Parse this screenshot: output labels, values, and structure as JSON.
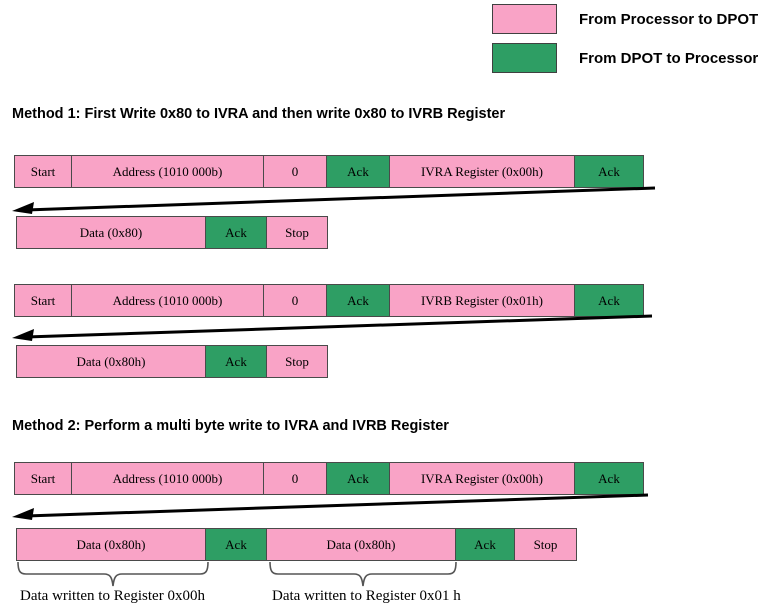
{
  "legend": {
    "items": [
      {
        "label": "From Processor to DPOT",
        "color": "#f9a3c6",
        "direction": "processor-to-dpot"
      },
      {
        "label": "From DPOT to Processor",
        "color": "#2e9e64",
        "direction": "dpot-to-processor"
      }
    ]
  },
  "methods": [
    {
      "id": "method-1",
      "heading": "Method 1: First Write 0x80 to IVRA and then write 0x80 to IVRB Register",
      "frames": [
        {
          "id": "frame-1",
          "address_row": {
            "cells": [
              {
                "text": "Start",
                "color": "#f9a3c6",
                "width": 58
              },
              {
                "text": "Address (1010 000b)",
                "color": "#f9a3c6",
                "width": 193
              },
              {
                "text": "0",
                "color": "#f9a3c6",
                "width": 64
              },
              {
                "text": "Ack",
                "color": "#2e9e64",
                "width": 64
              },
              {
                "text": "IVRA Register  (0x00h)",
                "color": "#f9a3c6",
                "width": 186
              },
              {
                "text": "Ack",
                "color": "#2e9e64",
                "width": 70
              }
            ]
          },
          "data_row": {
            "cells": [
              {
                "text": "Data (0x80)",
                "color": "#f9a3c6",
                "width": 190
              },
              {
                "text": "Ack",
                "color": "#2e9e64",
                "width": 62
              },
              {
                "text": "Stop",
                "color": "#f9a3c6",
                "width": 62
              }
            ]
          }
        },
        {
          "id": "frame-2",
          "address_row": {
            "cells": [
              {
                "text": "Start",
                "color": "#f9a3c6",
                "width": 58
              },
              {
                "text": "Address (1010 000b)",
                "color": "#f9a3c6",
                "width": 193
              },
              {
                "text": "0",
                "color": "#f9a3c6",
                "width": 64
              },
              {
                "text": "Ack",
                "color": "#2e9e64",
                "width": 64
              },
              {
                "text": "IVRB Register (0x01h)",
                "color": "#f9a3c6",
                "width": 186
              },
              {
                "text": "Ack",
                "color": "#2e9e64",
                "width": 70
              }
            ]
          },
          "data_row": {
            "cells": [
              {
                "text": "Data (0x80h)",
                "color": "#f9a3c6",
                "width": 190
              },
              {
                "text": "Ack",
                "color": "#2e9e64",
                "width": 62
              },
              {
                "text": "Stop",
                "color": "#f9a3c6",
                "width": 62
              }
            ]
          }
        }
      ]
    },
    {
      "id": "method-2",
      "heading": "Method 2: Perform a multi byte write to IVRA and IVRB Register",
      "frames": [
        {
          "id": "frame-3",
          "address_row": {
            "cells": [
              {
                "text": "Start",
                "color": "#f9a3c6",
                "width": 58
              },
              {
                "text": "Address (1010 000b)",
                "color": "#f9a3c6",
                "width": 193
              },
              {
                "text": "0",
                "color": "#f9a3c6",
                "width": 64
              },
              {
                "text": "Ack",
                "color": "#2e9e64",
                "width": 64
              },
              {
                "text": "IVRA Register  (0x00h)",
                "color": "#f9a3c6",
                "width": 186
              },
              {
                "text": "Ack",
                "color": "#2e9e64",
                "width": 70
              }
            ]
          },
          "data_row": {
            "cells": [
              {
                "text": "Data (0x80h)",
                "color": "#f9a3c6",
                "width": 190
              },
              {
                "text": "Ack",
                "color": "#2e9e64",
                "width": 62
              },
              {
                "text": "Data (0x80h)",
                "color": "#f9a3c6",
                "width": 190
              },
              {
                "text": "Ack",
                "color": "#2e9e64",
                "width": 60
              },
              {
                "text": "Stop",
                "color": "#f9a3c6",
                "width": 63
              }
            ]
          }
        }
      ]
    }
  ],
  "annotations": [
    {
      "id": "brace-1",
      "caption": "Data written to Register 0x00h"
    },
    {
      "id": "brace-2",
      "caption": "Data written to Register 0x01 h"
    }
  ]
}
